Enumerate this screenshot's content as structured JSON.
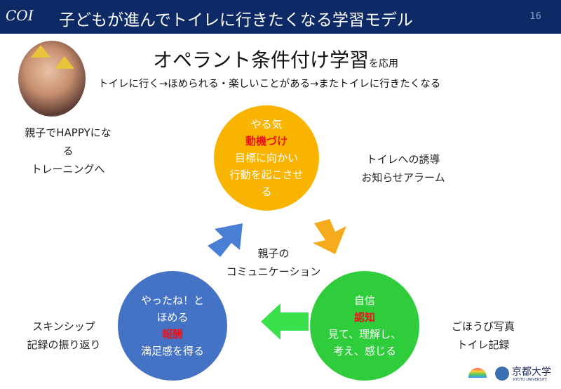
{
  "header": {
    "logo": "COI",
    "title": "子どもが進んでトイレに行きたくなる学習モデル",
    "page_number": "16"
  },
  "main_title": "オペラント条件付け学習",
  "main_title_suffix": "を応用",
  "subtitle": "トイレに行く→ほめられる・楽しいことがある→またトイレに行きたくなる",
  "left_caption": [
    "親子でHAPPYになる",
    "トレーニングへ"
  ],
  "circles": {
    "top": {
      "line1": "やる気",
      "keyword": "動機づけ",
      "line2": "目標に向かい",
      "line3": "行動を起こさせ",
      "line4": "る",
      "color": "#f9b400"
    },
    "right": {
      "line1": "自信",
      "keyword": "認知",
      "line2": "見て、理解し、",
      "line3": "考え、感じる",
      "color": "#2fcc3c"
    },
    "left": {
      "line1": "やったね！と",
      "line2": "ほめる",
      "keyword": "報酬",
      "line3": "満足感を得る",
      "color": "#4472c4"
    }
  },
  "center_text": [
    "親子の",
    "コミュニケーション"
  ],
  "right_top_text": [
    "トイレへの誘導",
    "お知らせアラーム"
  ],
  "right_bottom_text": [
    "ごほうび写真",
    "トイレ記録"
  ],
  "left_bottom_text": [
    "スキンシップ",
    "記録の振り返り"
  ],
  "footer": {
    "university": "京都大学",
    "university_en": "KYOTO UNIVERSITY"
  }
}
